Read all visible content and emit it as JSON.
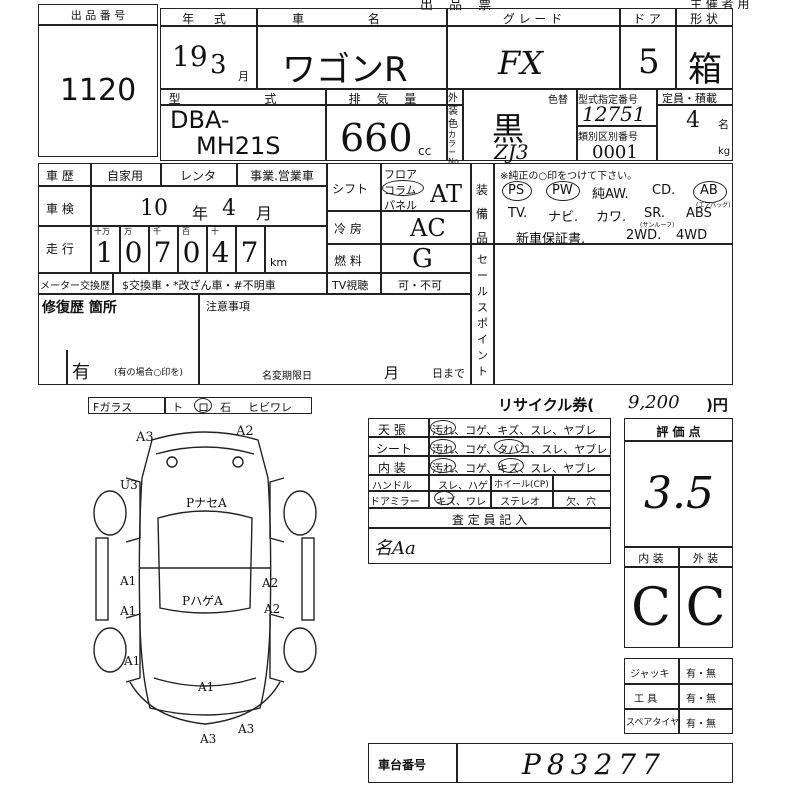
{
  "lot": {
    "label": "出 品 番 号",
    "number": "1120"
  },
  "top": {
    "host": "主 催 者 用",
    "sheet_title": "出 品 票"
  },
  "header": {
    "labels": {
      "year": "年 式",
      "car": "車 名",
      "grade": "グ レ ー ド",
      "door": "ド ア",
      "shape": "形 状"
    },
    "year": "19",
    "month": "3",
    "month_unit": "月",
    "car_name": "ワゴンR",
    "grade_value": "FX",
    "door_value": "5",
    "shape_value": "箱"
  },
  "model": {
    "label": "型 式",
    "value1": "DBA-",
    "value2": "MH21S"
  },
  "displacement": {
    "label": "排 気 量",
    "value": "660",
    "unit": "cc"
  },
  "color": {
    "side_label": "外装色",
    "color_change": "色替",
    "value": "黒",
    "code_label": "カラーNo.",
    "code": "ZJ3"
  },
  "type_number": {
    "label": "型式指定番号",
    "value": "12751",
    "class_label": "類別区別番号",
    "class_value": "0001"
  },
  "capacity": {
    "label": "定員・積載",
    "value": "4",
    "unit": "名",
    "kg": "kg"
  },
  "history": {
    "label": "車 歴",
    "options": [
      "自家用",
      "レンタ",
      "事業.営業車"
    ]
  },
  "inspection": {
    "label": "車 検",
    "year": "10",
    "year_unit": "年",
    "month": "4",
    "month_unit": "月"
  },
  "mileage": {
    "label": "走 行",
    "place_labels": [
      "十万",
      "万",
      "千",
      "百",
      "十",
      ""
    ],
    "digits": [
      "1",
      "0",
      "7",
      "0",
      "4",
      "7"
    ],
    "unit": "km"
  },
  "meter": {
    "label": "メーター交換歴",
    "options": "$交換車・*改ざん車・#不明車"
  },
  "shift": {
    "label": "シフト",
    "floor": "フロア",
    "column": "コラム",
    "panel": "パネル",
    "value": "AT"
  },
  "aircon": {
    "label": "冷 房",
    "value": "AC"
  },
  "fuel": {
    "label": "燃 料",
    "value": "G"
  },
  "tv": {
    "label": "TV視聴",
    "value": "可・不可"
  },
  "equipment": {
    "label": "装備品",
    "note": "※純正の○印をつけて下さい。",
    "row1": [
      "PS",
      "PW",
      "純AW.",
      "CD.",
      "AB"
    ],
    "ab_sub": "(エアバッグ)",
    "row2": [
      "TV.",
      "ナビ.",
      "カワ.",
      "SR.",
      "ABS"
    ],
    "sr_sub": "(サンルーフ)",
    "row3": [
      "新車保証書.",
      "2WD.",
      "4WD"
    ]
  },
  "sales_point": {
    "label": "セールスポイント"
  },
  "repair": {
    "label": "修復歴 箇所",
    "value": "有",
    "note": "(有の場合○印を)"
  },
  "notes": {
    "label": "注意事項",
    "expiry": "名変期限日",
    "month": "月",
    "day": "日まで"
  },
  "glass": {
    "label": "Fガラス",
    "items": [
      "ト",
      "ロ",
      "石",
      "ヒビワレ"
    ]
  },
  "recycle": {
    "label": "リサイクル券(",
    "value": "9,200",
    "unit": ")円"
  },
  "interior_checks": [
    {
      "label": "天 張",
      "value": "汚れ、コゲ、キズ、スレ、ヤブレ"
    },
    {
      "label": "シート",
      "value": "汚れ、コゲ、タバコ、スレ、ヤブレ"
    },
    {
      "label": "内 装",
      "value": "汚れ、コゲ、キズ、スレ、ヤブレ"
    }
  ],
  "handle": {
    "label": "ハンドル",
    "value": "スレ、ハゲ",
    "wheel": "ホイール(CP)"
  },
  "mirror": {
    "label": "ドアミラー",
    "value": "キズ、ワレ",
    "stereo": "ステレオ",
    "stereo_value": "欠、穴"
  },
  "inspector": {
    "label": "査 定 員 記 入",
    "value": "名Aa"
  },
  "rating": {
    "label": "評 価 点",
    "value": "3.5",
    "interior_label": "内 装",
    "exterior_label": "外 装",
    "interior": "C",
    "exterior": "C"
  },
  "tools": [
    {
      "label": "ジャッキ",
      "value": "有・無"
    },
    {
      "label": "工 具",
      "value": "有・無"
    },
    {
      "label": "スペアタイヤ",
      "value": "有・無"
    }
  ],
  "chassis": {
    "label": "車台番号",
    "value": "P83277"
  },
  "diagram": {
    "marks": [
      "A3",
      "A2",
      "U3",
      "PナセA",
      "A1",
      "A1",
      "PハゲA",
      "A2",
      "A2",
      "A1",
      "A1",
      "A3",
      "A3"
    ]
  }
}
